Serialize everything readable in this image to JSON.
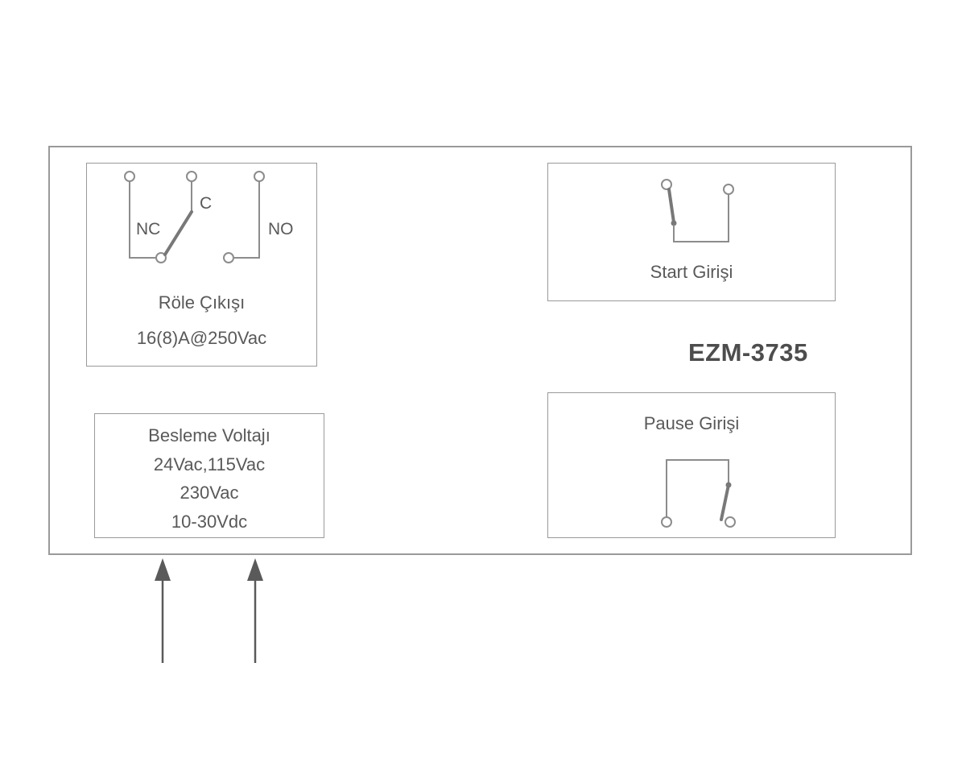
{
  "diagram": {
    "model": "EZM-3735",
    "relay": {
      "nc": "NC",
      "c": "C",
      "no": "NO",
      "title": "Röle Çıkışı",
      "rating": "16(8)A@250Vac"
    },
    "supply": {
      "title": "Besleme Voltajı",
      "options": [
        "24Vac,115Vac",
        "230Vac",
        "10-30Vdc"
      ]
    },
    "start": {
      "label": "Start Girişi"
    },
    "pause": {
      "label": "Pause Girişi"
    },
    "colors": {
      "line": "#8c8c8c",
      "text": "#595959",
      "arrow": "#5a5a5a"
    }
  }
}
